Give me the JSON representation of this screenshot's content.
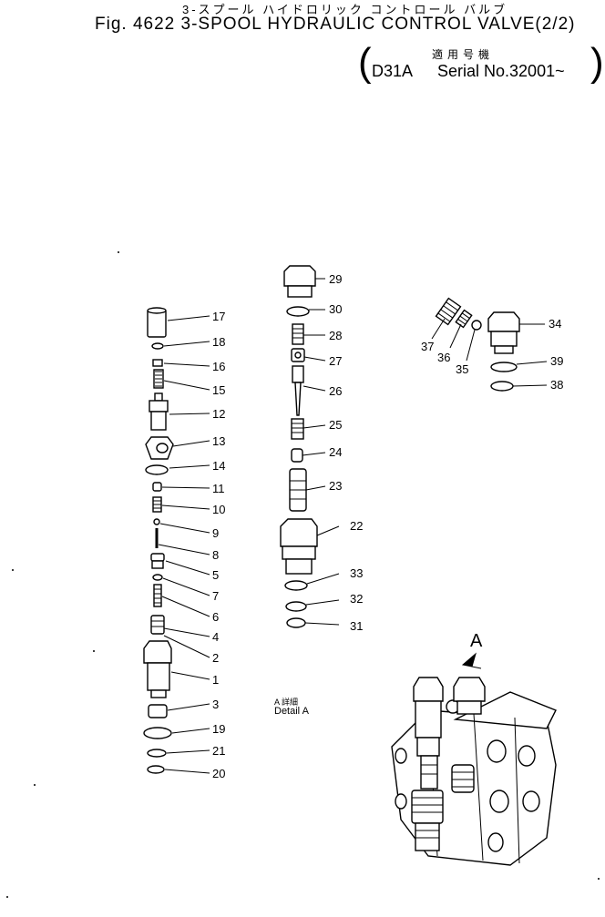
{
  "header": {
    "title_jp": "3-スプール ハイドロリック コントロール バルブ",
    "title_en": "Fig. 4622 3-SPOOL HYDRAULIC CONTROL VALVE(2/2)",
    "applicable_jp": "適用号機",
    "model": "D31A",
    "serial": "Serial No.32001~"
  },
  "detail": {
    "jp": "A 詳細",
    "en": "Detail A",
    "arrow_letter": "A"
  },
  "parts": {
    "left_column": [
      "17",
      "18",
      "16",
      "15",
      "12",
      "13",
      "14",
      "11",
      "10",
      "9",
      "8",
      "5",
      "7",
      "6",
      "4",
      "2",
      "1",
      "3",
      "19",
      "21",
      "20"
    ],
    "center_column": [
      "29",
      "30",
      "28",
      "27",
      "26",
      "25",
      "24",
      "23",
      "22",
      "33",
      "32",
      "31"
    ],
    "right_group": [
      "37",
      "36",
      "35",
      "34",
      "39",
      "38"
    ]
  }
}
